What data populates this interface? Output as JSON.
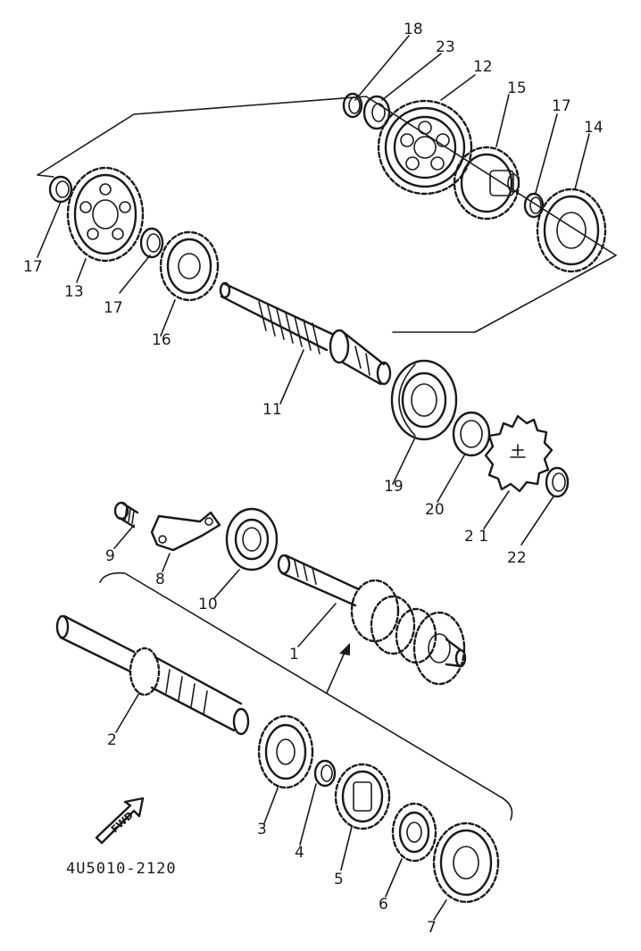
{
  "diagram": {
    "part_code": "4U5010-2120",
    "fwd_label": "FWD",
    "labels": {
      "p1": "1",
      "p2": "2",
      "p3": "3",
      "p4": "4",
      "p5": "5",
      "p6": "6",
      "p7": "7",
      "p8": "8",
      "p9": "9",
      "p10": "10",
      "p11": "11",
      "p12": "12",
      "p13": "13",
      "p14": "14",
      "p15": "15",
      "p16": "16",
      "p17a": "17",
      "p17b": "17",
      "p17c": "17",
      "p18": "18",
      "p19": "19",
      "p20": "20",
      "p21": "2 1",
      "p22": "22",
      "p23": "23"
    },
    "colors": {
      "ink": "#1a1a1a",
      "paper": "#ffffff"
    }
  }
}
